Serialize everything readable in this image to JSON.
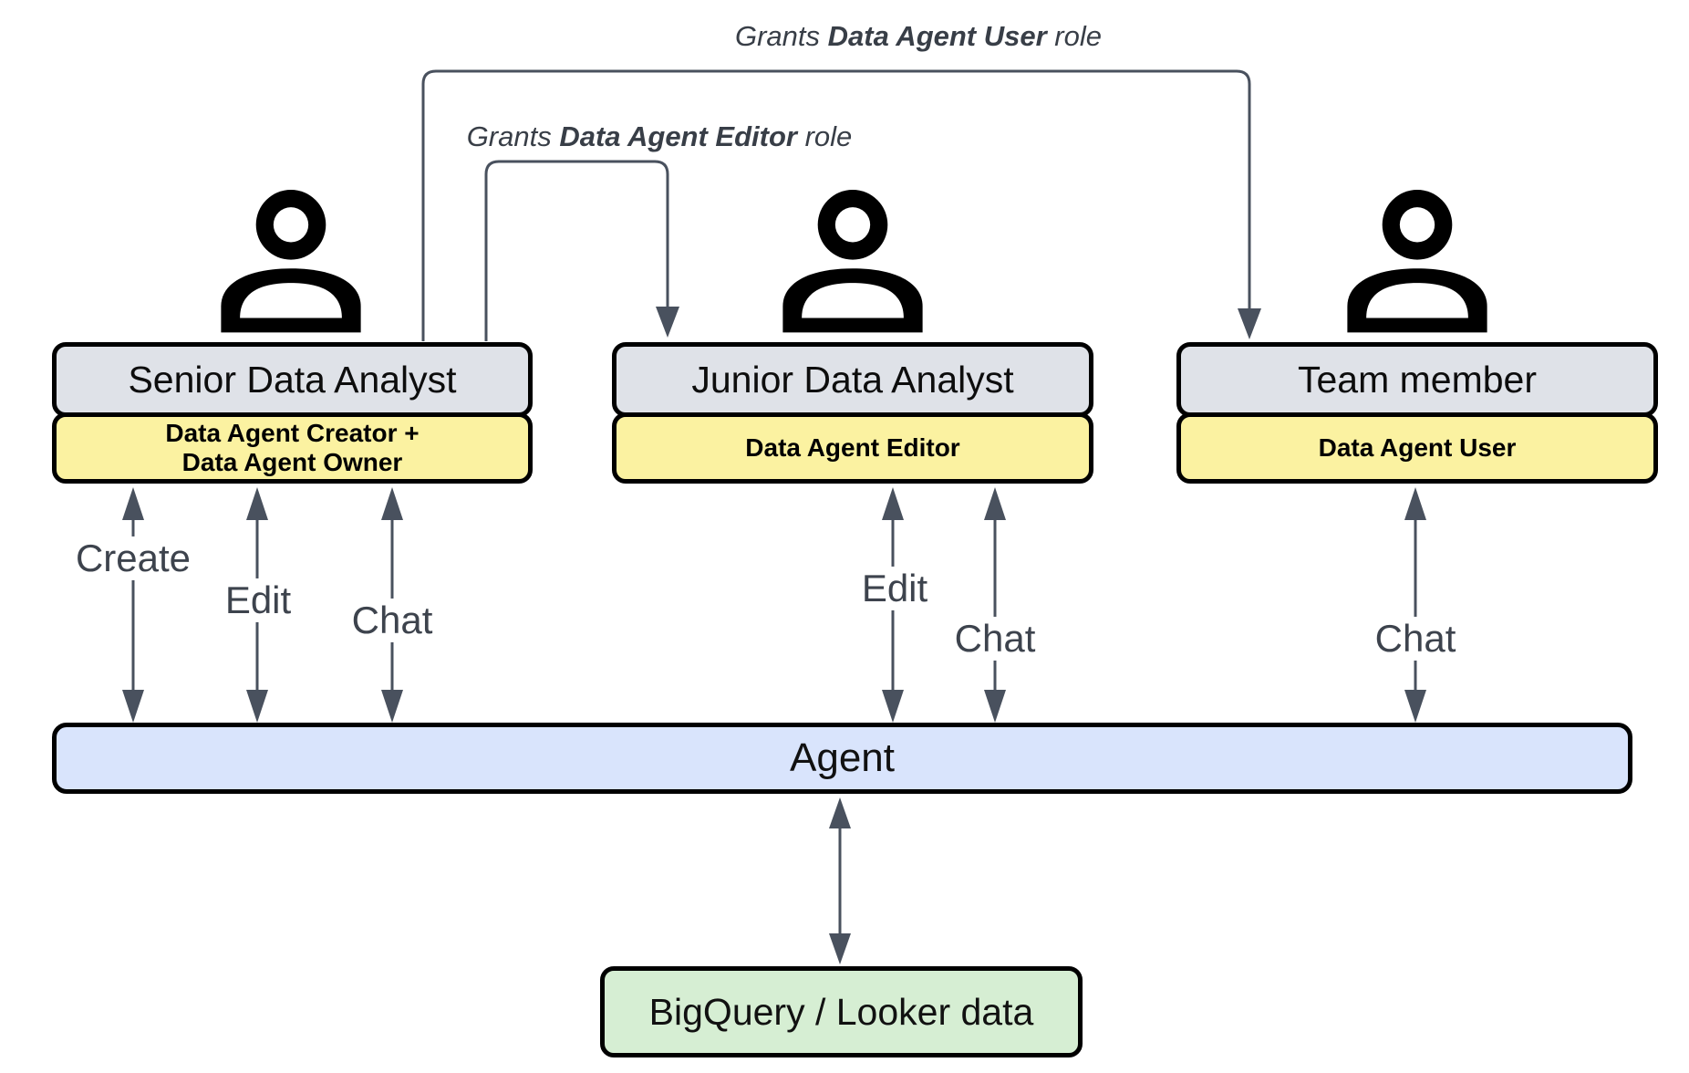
{
  "page_bg": "#ffffff",
  "colors": {
    "page_bg": "#ffffff",
    "box_border": "#000000",
    "title_fill": "#dfe2e8",
    "role_fill": "#fbf2a1",
    "agent_fill": "#d9e4fc",
    "data_fill": "#d6eed3",
    "arrow": "#49515e",
    "label_text": "#3d434d"
  },
  "grant_labels": [
    {
      "prefix": "Grants",
      "role_name": "Data Agent User",
      "suffix": "role"
    },
    {
      "prefix": "Grants",
      "role_name": "Data Agent Editor",
      "suffix": "role"
    }
  ],
  "personas": [
    {
      "title": "Senior Data Analyst",
      "role": "Data Agent Creator +\nData Agent Owner",
      "icon": "person-icon",
      "actions": [
        "Create",
        "Edit",
        "Chat"
      ]
    },
    {
      "title": "Junior Data Analyst",
      "role": "Data Agent Editor",
      "icon": "person-icon",
      "actions": [
        "Edit",
        "Chat"
      ]
    },
    {
      "title": "Team member",
      "role": "Data Agent User",
      "icon": "person-icon",
      "actions": [
        "Chat"
      ]
    }
  ],
  "agent": {
    "label": "Agent"
  },
  "datastore": {
    "label": "BigQuery / Looker data"
  }
}
